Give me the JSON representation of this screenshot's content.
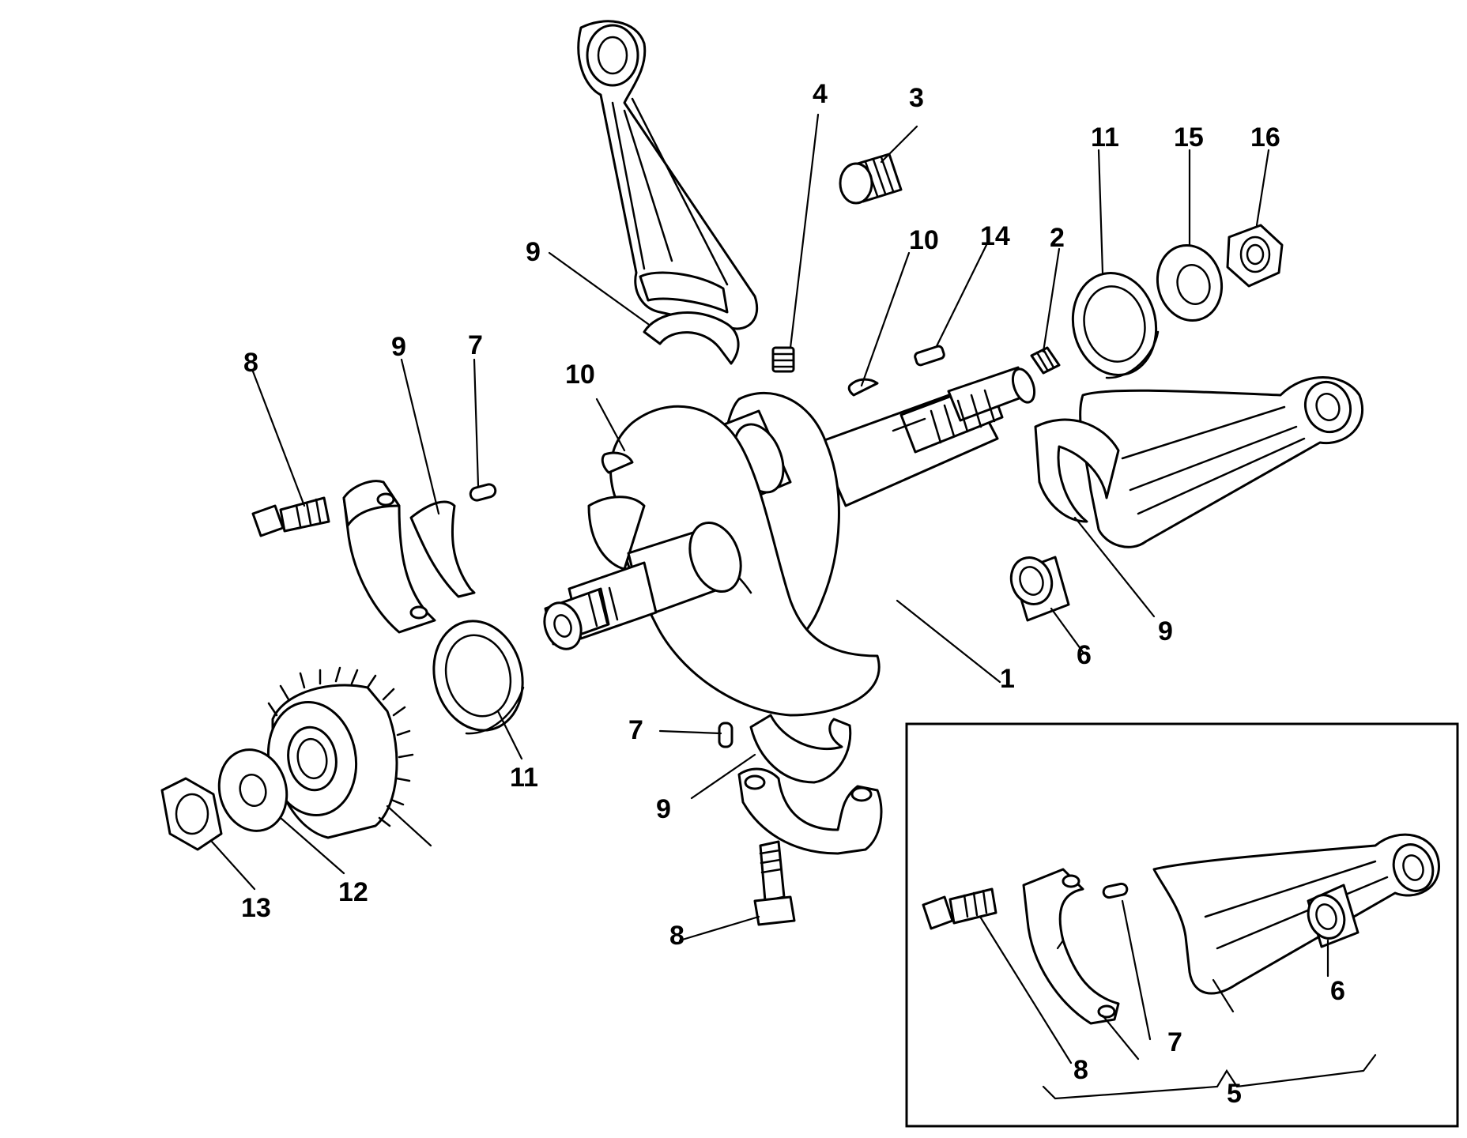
{
  "callouts": {
    "c1": "1",
    "c2": "2",
    "c3": "3",
    "c4": "4",
    "c5": "5",
    "c6a": "6",
    "c6b": "6",
    "c7a": "7",
    "c7b": "7",
    "c7c": "7",
    "c8a": "8",
    "c8b": "8",
    "c8c": "8",
    "c9a": "9",
    "c9b": "9",
    "c9c": "9",
    "c9d": "9",
    "c10a": "10",
    "c10b": "10",
    "c11a": "11",
    "c11b": "11",
    "c12": "12",
    "c13": "13",
    "c14": "14",
    "c15": "15",
    "c16": "16"
  }
}
